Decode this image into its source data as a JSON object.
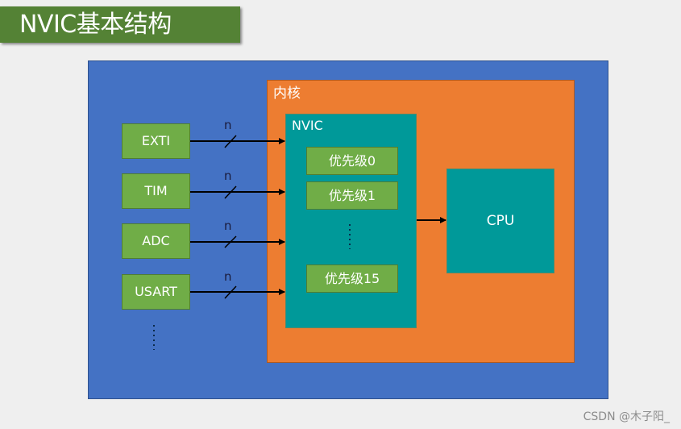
{
  "title": "NVIC基本结构",
  "core": {
    "label": "内核"
  },
  "nvic": {
    "label": "NVIC",
    "priorities": [
      "优先级0",
      "优先级1",
      "优先级15"
    ],
    "ellipsis": "⋮"
  },
  "cpu": {
    "label": "CPU"
  },
  "peripherals": [
    {
      "label": "EXTI",
      "bus_width": "n"
    },
    {
      "label": "TIM",
      "bus_width": "n"
    },
    {
      "label": "ADC",
      "bus_width": "n"
    },
    {
      "label": "USART",
      "bus_width": "n"
    }
  ],
  "peripherals_more": "⋮",
  "colors": {
    "outer": "#4472c4",
    "core": "#ed7d31",
    "nvic": "#009999",
    "block": "#70ad47",
    "title_banner": "#548235"
  },
  "watermark": "CSDN @木子阳_"
}
